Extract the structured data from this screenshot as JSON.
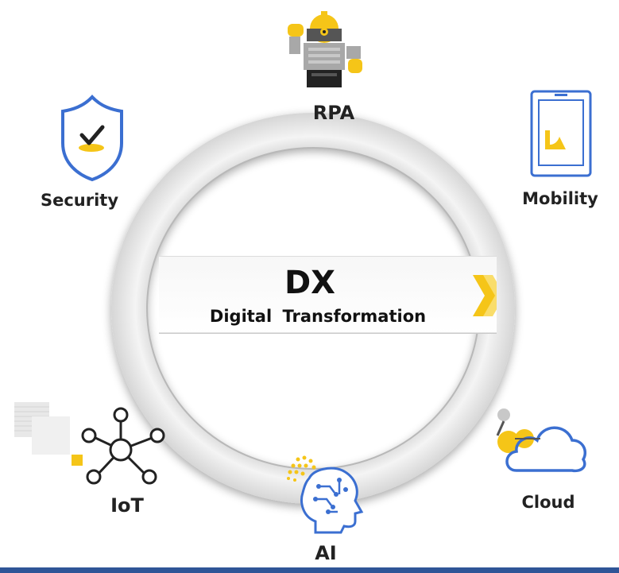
{
  "center": {
    "title": "DX",
    "subtitle": "Digital  Transformation"
  },
  "nodes": {
    "rpa": {
      "label": "RPA",
      "icon": "robot-icon"
    },
    "security": {
      "label": "Security",
      "icon": "shield-check-icon"
    },
    "mobility": {
      "label": "Mobility",
      "icon": "smartphone-icon"
    },
    "iot": {
      "label": "IoT",
      "icon": "network-hub-icon"
    },
    "ai": {
      "label": "AI",
      "icon": "ai-head-icon"
    },
    "cloud": {
      "label": "Cloud",
      "icon": "cloud-icon"
    }
  },
  "colors": {
    "blue": "#3b6fd1",
    "yellow": "#f5c518",
    "ring": "#e2e2e2",
    "bar": "#2f5597"
  }
}
